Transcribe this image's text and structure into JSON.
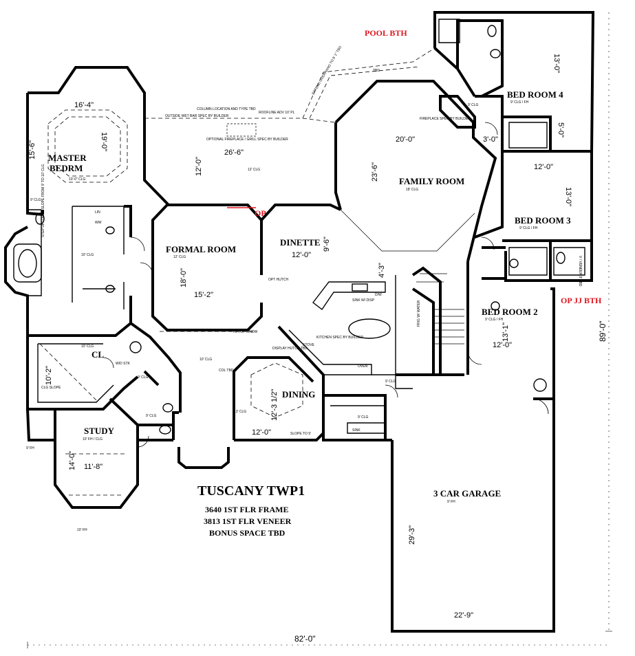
{
  "plan": {
    "title": "TUSCANY TWP1",
    "subtitle_lines": [
      "3640 1ST FLR FRAME",
      "3813 1ST FLR VENEER",
      "BONUS SPACE TBD"
    ],
    "overall_width": "82'-0\"",
    "overall_depth": "89'-0\""
  },
  "rooms": {
    "master": {
      "name_line1": "MASTER",
      "name_line2": "BEDRM",
      "width": "16'-4\"",
      "depth": "19'-0\"",
      "side": "15'-6\"",
      "clg": "10'-0\" CLG"
    },
    "formal": {
      "name": "FORMAL ROOM",
      "width": "15'-2\"",
      "depth": "18'-0\"",
      "clg": "12' CLG"
    },
    "dinette": {
      "name": "DINETTE",
      "width": "12'-0\"",
      "depth": "9'-6\""
    },
    "family": {
      "name": "FAMILY ROOM",
      "width": "20'-0\"",
      "depth": "23'-6\"",
      "clg": "18' CLG"
    },
    "bed4": {
      "name": "BED ROOM 4",
      "depth": "13'-0\"",
      "clg": "9' CLG / FH"
    },
    "bed3": {
      "name": "BED ROOM 3",
      "width": "12'-0\"",
      "depth": "13'-0\"",
      "clg": "9' CLG / FH"
    },
    "bed2": {
      "name": "BED ROOM 2",
      "width": "12'-0\"",
      "depth": "13'-1\"",
      "clg": "9' CLG / FH"
    },
    "dining": {
      "name": "DINING",
      "width": "12'-0\"",
      "depth": "12'-3 1/2\""
    },
    "study": {
      "name": "STUDY",
      "width": "11'-8\"",
      "depth": "14'-0\"",
      "clg": "10' FH / CLG"
    },
    "cl": {
      "name": "CL",
      "depth": "10'-2\"",
      "clg": "10' CLG"
    },
    "garage": {
      "name": "3 CAR GARAGE",
      "width": "22'-9\"",
      "depth": "29'-3\"",
      "clg": "9' FH"
    },
    "patio": {
      "width": "26'-6\"",
      "depth": "12'-0\"",
      "clg": "12' CLG"
    }
  },
  "misc_dims": {
    "bath_bed4": "5'-0\"",
    "hall_bed4": "3'-0\"",
    "dinette_side": "4'-3\""
  },
  "red_callouts": {
    "pool_bath": "POOL BTH",
    "op_jj_bath": "OP JJ BTH",
    "op": "OP"
  },
  "notes": {
    "column_location": "COLUMN LOCATION AND TYPE TBD",
    "outside_wet_bar": "OUTSIDE WET BAR SPEC BY BUILDER",
    "roofline_adv": "ROOFLINE ADV 10' PL",
    "optional_fireplace": "OPTIONAL FIREPLACE / GRILL SPEC BY BUILDER",
    "fireplace_spec": "FIREPLACE SPEC BY BUILDER",
    "extend_overhang": "EXTEND OVERHANG TO 9' 1\" TBD",
    "tbd": "TBD",
    "sink_disp": "SINK W/ DISP",
    "dw": "D/W",
    "kitchen_spec": "KITCHEN SPEC BY BUILDER",
    "stove": "STOVE",
    "oven": "OVEN",
    "display_hutch": "DISPLAY HUTCH TBD",
    "opt_hutch": "OPT HUTCH",
    "to_top_wndw": "TO TOP WNDW",
    "col_tbd": "COL TBD",
    "slope_to": "SLOPE TO 9'",
    "sink": "SINK",
    "frig_water": "FRIG W/ WATER",
    "w_d_sink": "W/D STK",
    "clg_slope": "CLG SLOPE",
    "lin": "LIN",
    "ww": "WW",
    "step_up": "STEP UP / DECK SLOPE FROM 9' TO 10' CLG",
    "ten_clg": "10' CLG",
    "nine_clg": "9' CLG",
    "nine_fh": "9' FH",
    "ten_fh": "10' FH",
    "v_veneer": "V / VENEER 9' TBD",
    "thirteen_clg": "13' CLG",
    "twelve_clg": "12' CLG"
  }
}
